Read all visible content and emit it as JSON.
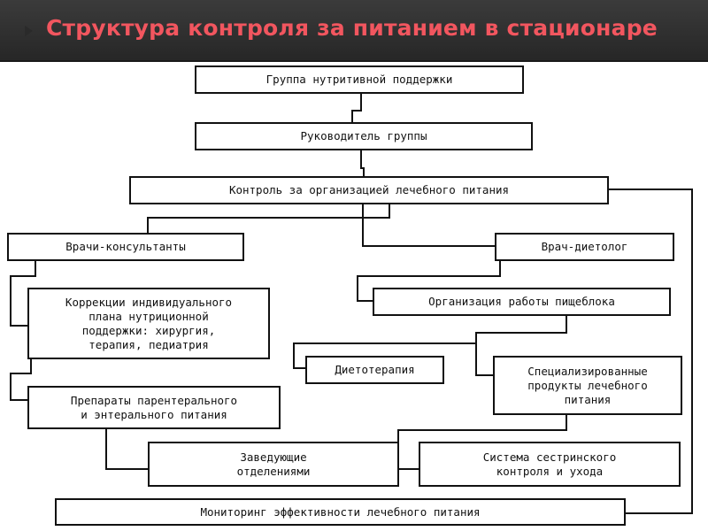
{
  "slide": {
    "title": "Структура контроля за питанием в стационаре"
  },
  "diagram": {
    "nodes": {
      "nutrition_group": "Группа нутритивной поддержки",
      "group_head": "Руководитель группы",
      "catering_control": "Контроль за организацией лечебного питания",
      "consultants": "Врачи-консультанты",
      "dietitian": "Врач-диетолог",
      "kitchen_organization": "Организация работы пищеблока",
      "plan_correction": "Коррекции индивидуального\nплана нутриционной\nподдержки: хирургия,\nтерапия, педиатрия",
      "diet_therapy": "Диетотерапия",
      "special_products": "Специализированные\nпродукты лечебного\nпитания",
      "nutrition_preparations": "Препараты парентерального\nи энтерального питания",
      "department_heads": "Заведующие\nотделениями",
      "nursing_control": "Система сестринского\nконтроля и ухода",
      "monitoring": "Мониторинг эффективности лечебного питания"
    }
  }
}
